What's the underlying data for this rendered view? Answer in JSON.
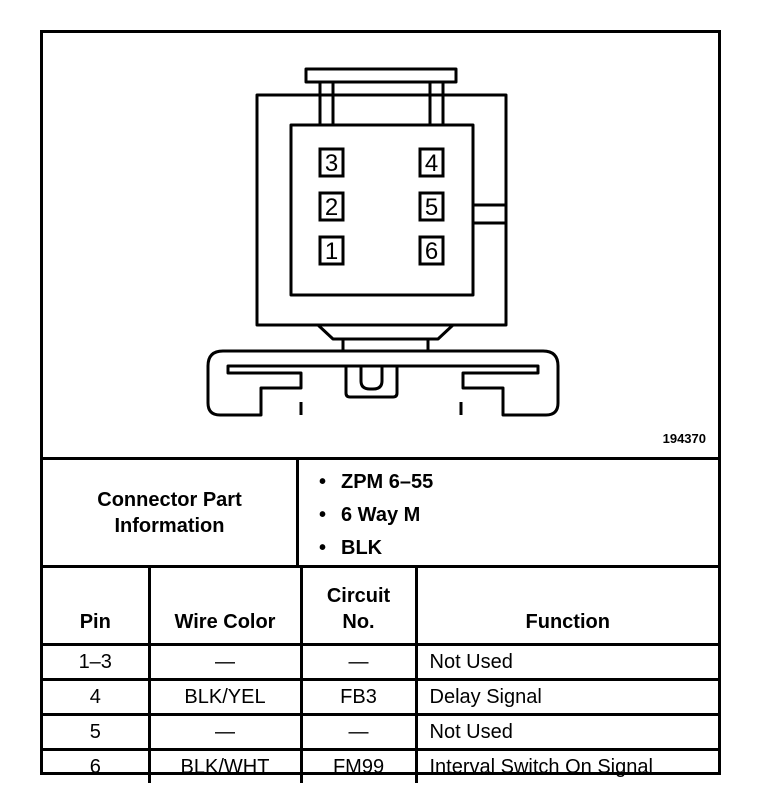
{
  "figure": {
    "id": "194370",
    "pin_labels": [
      "3",
      "4",
      "2",
      "5",
      "1",
      "6"
    ]
  },
  "connector_info": {
    "label_line1": "Connector Part",
    "label_line2": "Information",
    "items": [
      "ZPM 6–55",
      "6 Way M",
      "BLK"
    ]
  },
  "table": {
    "headers": {
      "pin": "Pin",
      "wire_color": "Wire Color",
      "circuit_line1": "Circuit",
      "circuit_line2": "No.",
      "function": "Function"
    },
    "rows": [
      {
        "pin": "1–3",
        "wire_color": "—",
        "circuit": "—",
        "function": "Not Used"
      },
      {
        "pin": "4",
        "wire_color": "BLK/YEL",
        "circuit": "FB3",
        "function": "Delay Signal"
      },
      {
        "pin": "5",
        "wire_color": "—",
        "circuit": "—",
        "function": "Not Used"
      },
      {
        "pin": "6",
        "wire_color": "BLK/WHT",
        "circuit": "FM99",
        "function": "Interval Switch On Signal"
      }
    ]
  }
}
